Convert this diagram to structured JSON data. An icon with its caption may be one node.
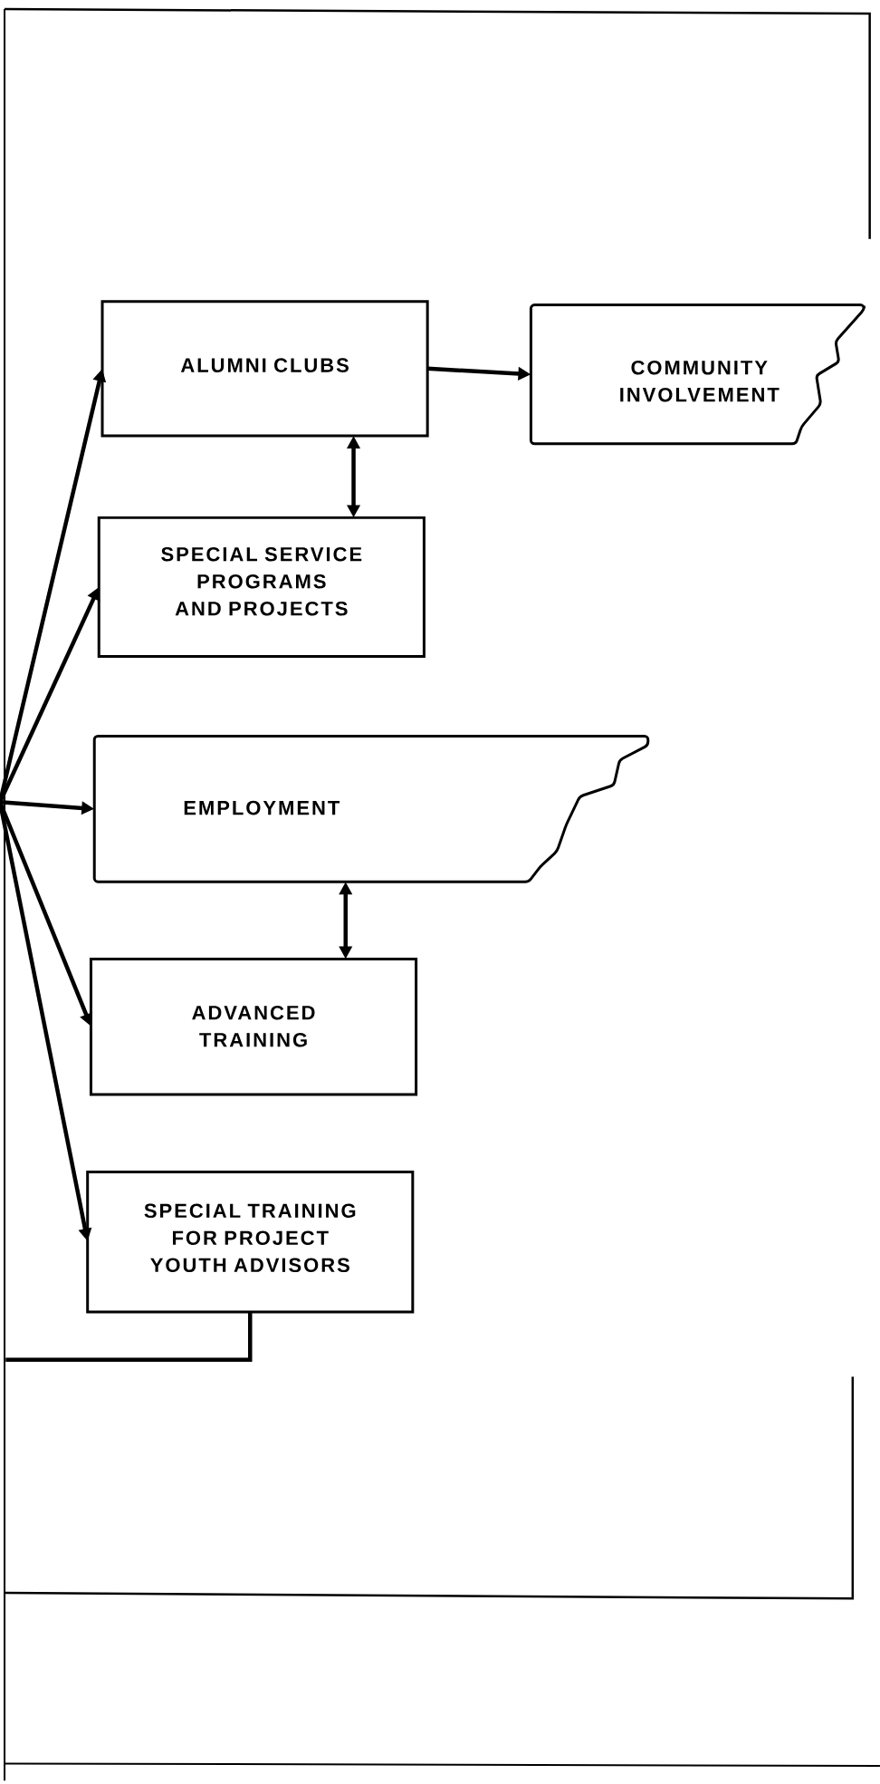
{
  "diagram": {
    "nodes": [
      {
        "text": [
          "ALUMNI CLUBS"
        ]
      },
      {
        "text": [
          "COMMUNITY INVOLVEMENT"
        ]
      },
      {
        "text": [
          "SPECIAL SERVICE PROGRAMS AND PROJECTS"
        ]
      },
      {
        "text": [
          "EMPLOYMENT"
        ]
      },
      {
        "text": [
          "ADVANCED TRAINING"
        ]
      },
      {
        "text": [
          "SPECIAL TRAINING FOR PROJECT YOUTH ADVISORS"
        ]
      }
    ],
    "edges": [
      {
        "from": null,
        "to": 0,
        "arrow": "to"
      },
      {
        "from": 0,
        "to": 1,
        "arrow": "to"
      },
      {
        "from": 0,
        "to": 2,
        "arrow": "both"
      },
      {
        "from": null,
        "to": 2,
        "arrow": "to"
      },
      {
        "from": null,
        "to": 3,
        "arrow": "to"
      },
      {
        "from": 3,
        "to": 4,
        "arrow": "both"
      },
      {
        "from": null,
        "to": 4,
        "arrow": "to"
      },
      {
        "from": null,
        "to": 5,
        "arrow": "to"
      },
      {
        "from": 5,
        "to": null,
        "arrow": "none"
      }
    ]
  }
}
